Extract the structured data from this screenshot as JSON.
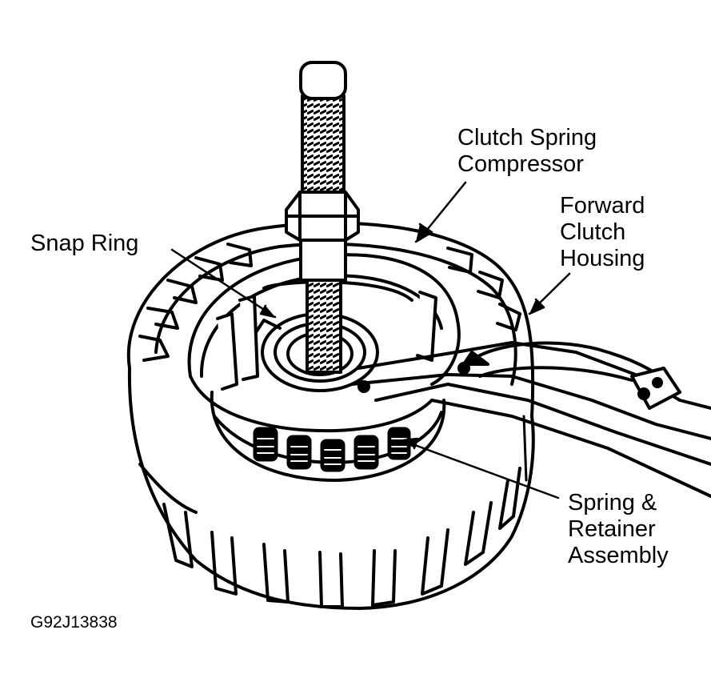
{
  "labels": {
    "clutch_spring_compressor": [
      "Clutch Spring",
      "Compressor"
    ],
    "forward_clutch_housing": [
      "Forward",
      "Clutch",
      "Housing"
    ],
    "snap_ring": [
      "Snap Ring"
    ],
    "spring_retainer_assembly": [
      "Spring &",
      "Retainer",
      "Assembly"
    ]
  },
  "figure_code": "G92J13838",
  "colors": {
    "ink": "#000000",
    "paper": "#ffffff"
  }
}
